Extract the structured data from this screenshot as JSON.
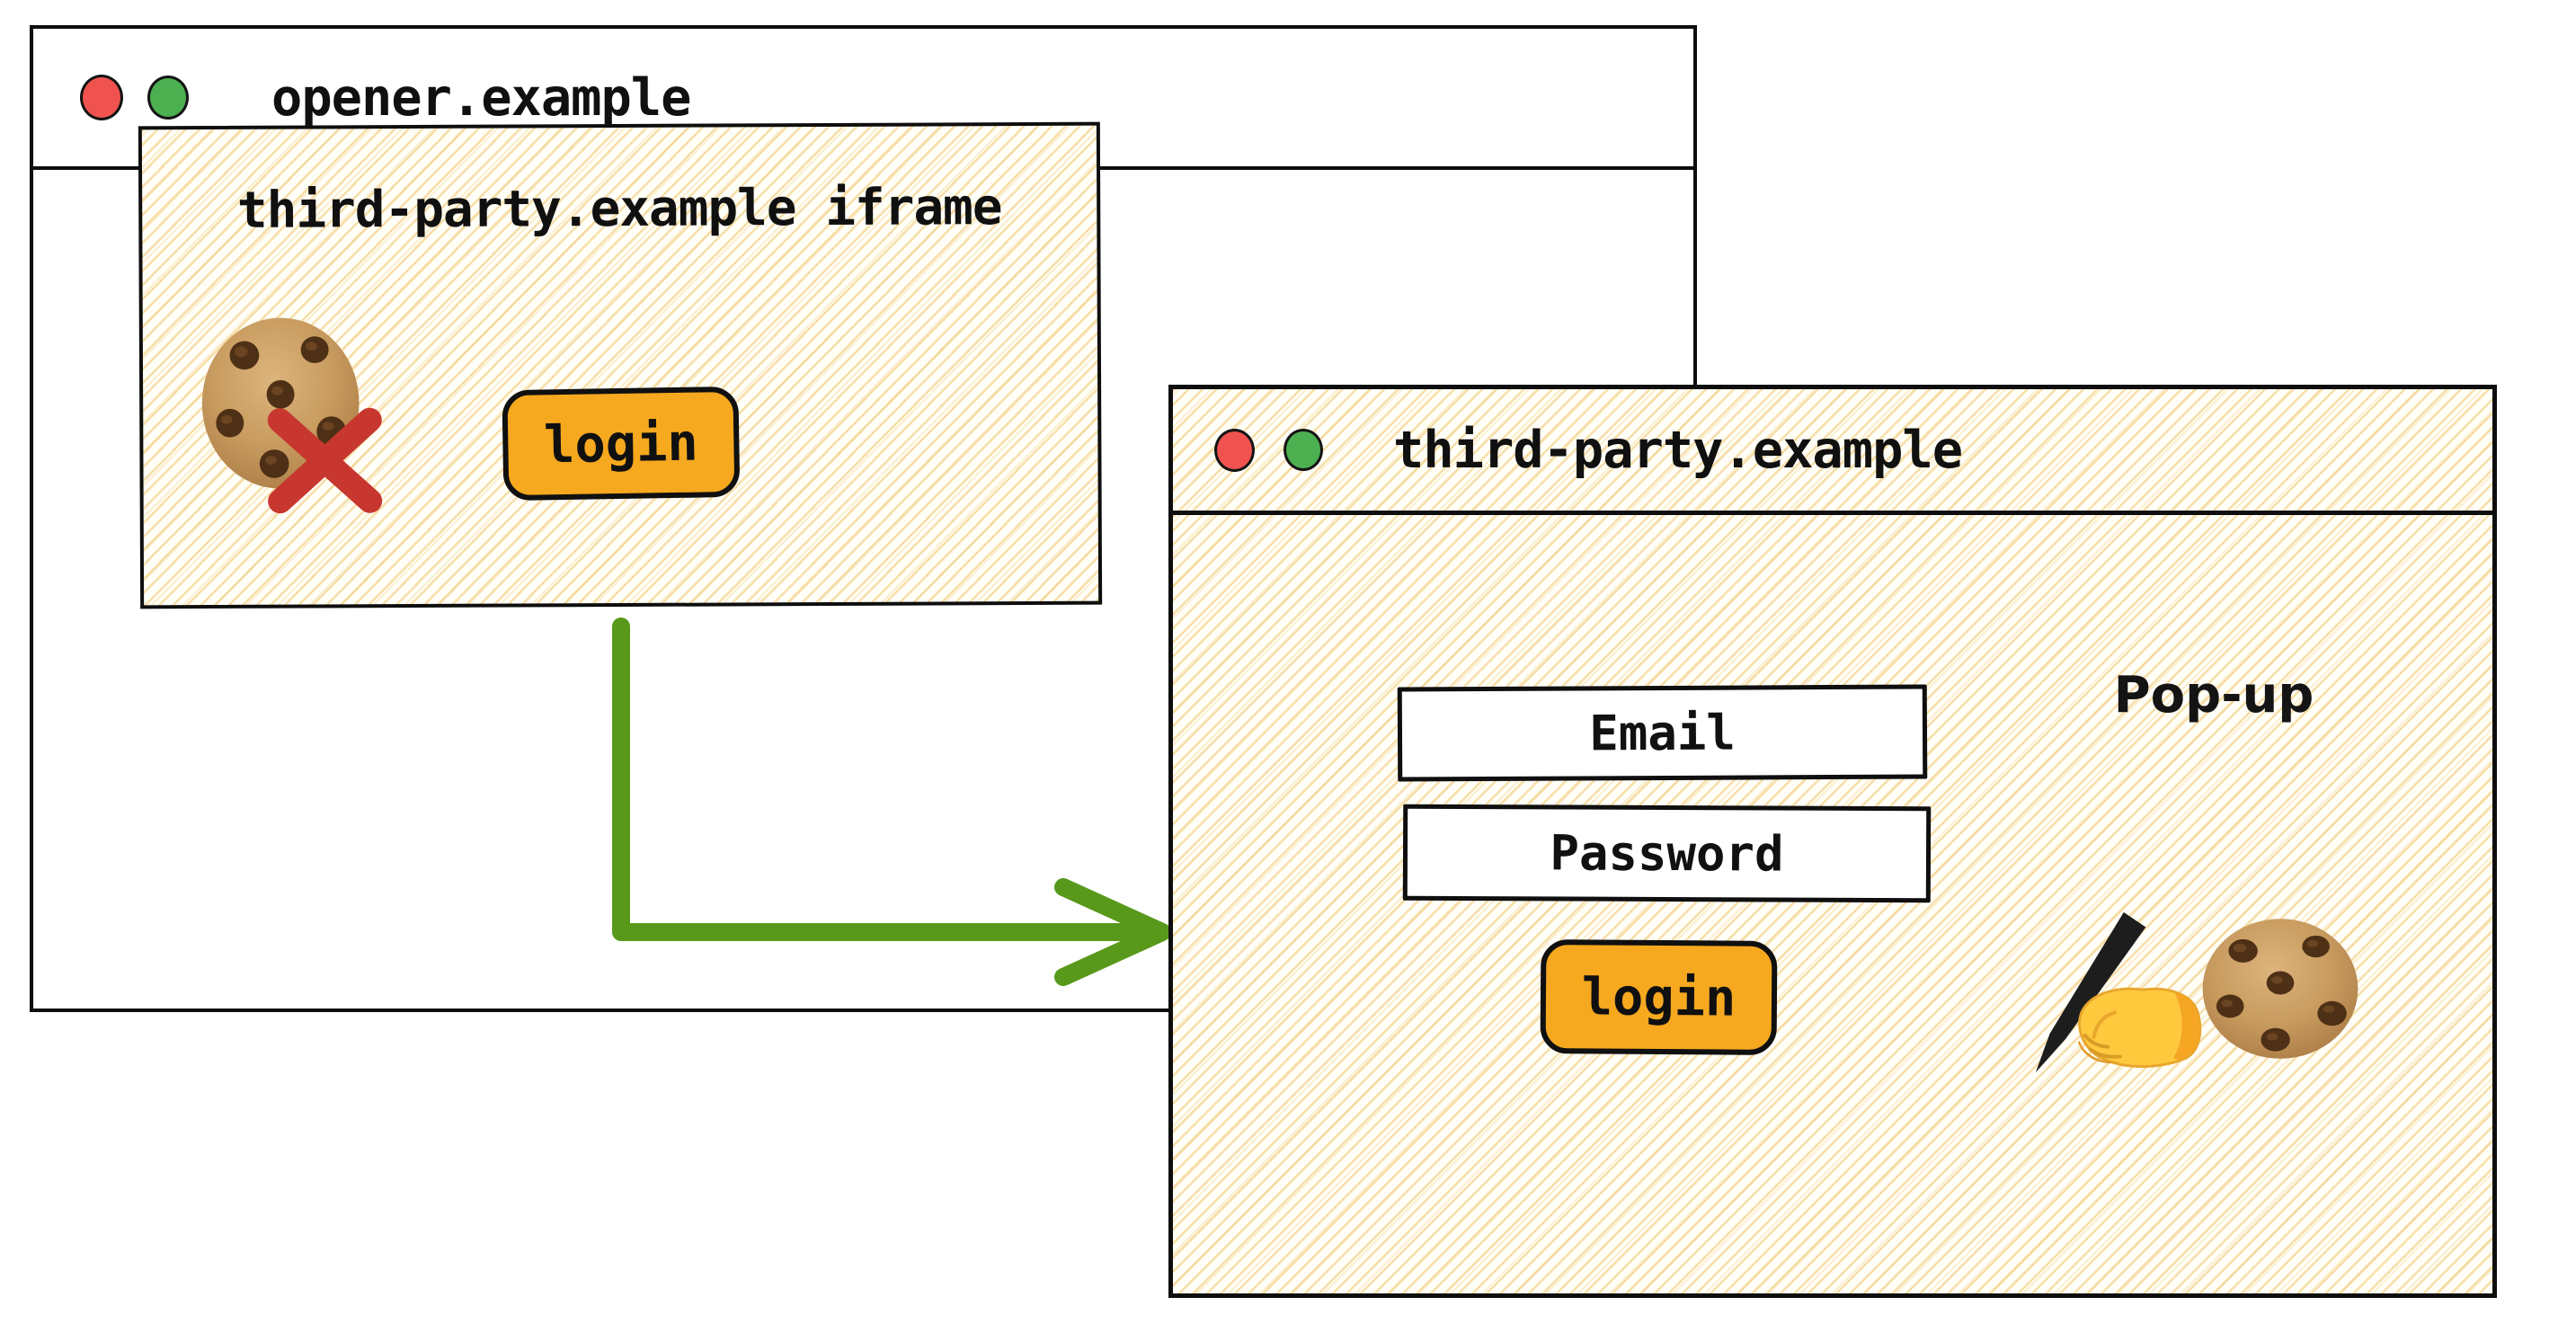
{
  "opener": {
    "title": "opener.example",
    "iframe": {
      "label": "third-party.example iframe",
      "login_label": "login"
    }
  },
  "popup": {
    "title": "third-party.example",
    "caption": "Pop-up",
    "email_placeholder": "Email",
    "password_placeholder": "Password",
    "login_label": "login"
  },
  "colors": {
    "button_orange": "#f6a81f",
    "arrow_green": "#58991b",
    "cross_red": "#c8372f",
    "traffic_red": "#f0534f",
    "traffic_green": "#4caf50",
    "hatch_stripe": "#f0c469",
    "outline_black": "#0e0e0e"
  }
}
